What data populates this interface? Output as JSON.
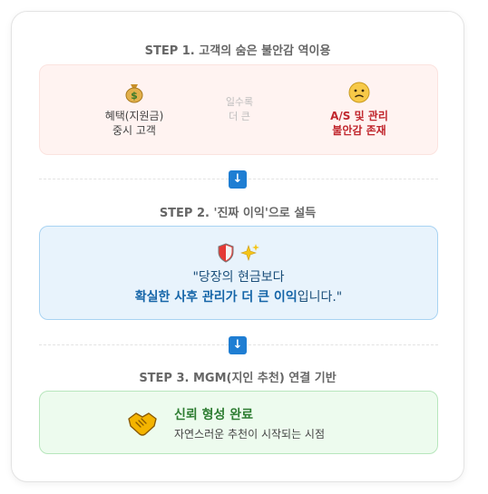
{
  "step1": {
    "title": "STEP 1. 고객의 숨은 불안감 역이용",
    "left_line1": "혜택(지원금)",
    "left_line2": "중시 고객",
    "mid_line1": "일수록",
    "mid_line2": "더 큰",
    "right_line1": "A/S 및 관리",
    "right_line2": "불안감 존재",
    "left_icon": "money-bag-icon",
    "right_icon": "worried-face-icon"
  },
  "arrow": "↓",
  "step2": {
    "title": "STEP 2. '진짜 이익'으로 설득",
    "icons": [
      "shield-icon",
      "sparkles-icon"
    ],
    "quote_line1": "\"당장의 현금보다",
    "quote_bold": "확실한 사후 관리가 더 큰 이익",
    "quote_rest": "입니다.\""
  },
  "step3": {
    "title": "STEP 3. MGM(지인 추천) 연결 기반",
    "icon": "handshake-icon",
    "result_title": "신뢰 형성 완료",
    "result_sub": "자연스러운 추천이 시작되는 시점"
  },
  "colors": {
    "accent_blue": "#1f7ed3",
    "warning_red": "#c0262d",
    "success_green": "#2e7d32"
  }
}
